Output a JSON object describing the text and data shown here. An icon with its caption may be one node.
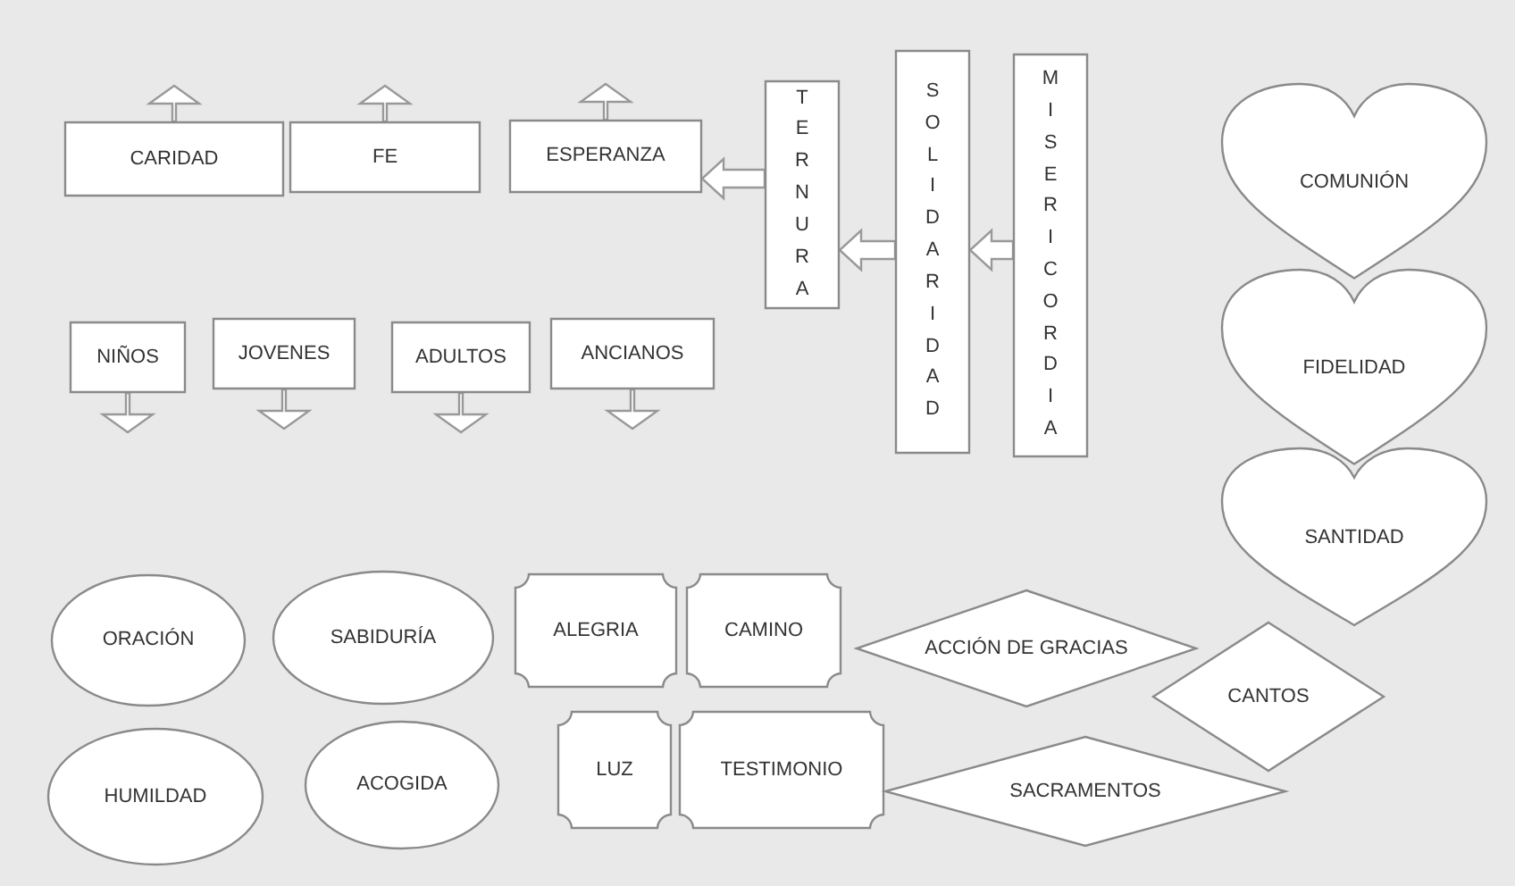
{
  "diagram": {
    "nodes": [
      {
        "text": [
          "CARIDAD"
        ]
      },
      {
        "text": [
          "FE"
        ]
      },
      {
        "text": [
          "ESPERANZA"
        ]
      },
      {
        "text": [
          "TERNURA"
        ]
      },
      {
        "text": [
          "SOLIDARIDAD"
        ]
      },
      {
        "text": [
          "MISERICORDIA"
        ]
      },
      {
        "text": [
          "NIÑOS"
        ]
      },
      {
        "text": [
          "JOVENES"
        ]
      },
      {
        "text": [
          "ADULTOS"
        ]
      },
      {
        "text": [
          "ANCIANOS"
        ]
      },
      {
        "text": [
          "COMUNIÓN"
        ]
      },
      {
        "text": [
          "FIDELIDAD"
        ]
      },
      {
        "text": [
          "SANTIDAD"
        ]
      },
      {
        "text": [
          "ORACIÓN"
        ]
      },
      {
        "text": [
          "SABIDURÍA"
        ]
      },
      {
        "text": [
          "ALEGRIA"
        ]
      },
      {
        "text": [
          "CAMINO"
        ]
      },
      {
        "text": [
          "ACCIÓN DE GRACIAS"
        ]
      },
      {
        "text": [
          "CANTOS"
        ]
      },
      {
        "text": [
          "HUMILDAD"
        ]
      },
      {
        "text": [
          "ACOGIDA"
        ]
      },
      {
        "text": [
          "LUZ"
        ]
      },
      {
        "text": [
          "TESTIMONIO"
        ]
      },
      {
        "text": [
          "SACRAMENTOS"
        ]
      }
    ],
    "edges": [
      {
        "from": 5,
        "to": 4,
        "arrow": "to"
      },
      {
        "from": 4,
        "to": 3,
        "arrow": "to"
      },
      {
        "from": 3,
        "to": 2,
        "arrow": "to"
      },
      {
        "from": 0,
        "to": null,
        "arrow": "to"
      },
      {
        "from": 1,
        "to": null,
        "arrow": "to"
      },
      {
        "from": 2,
        "to": null,
        "arrow": "to"
      },
      {
        "from": 6,
        "to": null,
        "arrow": "to"
      },
      {
        "from": 7,
        "to": null,
        "arrow": "to"
      },
      {
        "from": 8,
        "to": null,
        "arrow": "to"
      },
      {
        "from": 9,
        "to": null,
        "arrow": "to"
      }
    ]
  }
}
